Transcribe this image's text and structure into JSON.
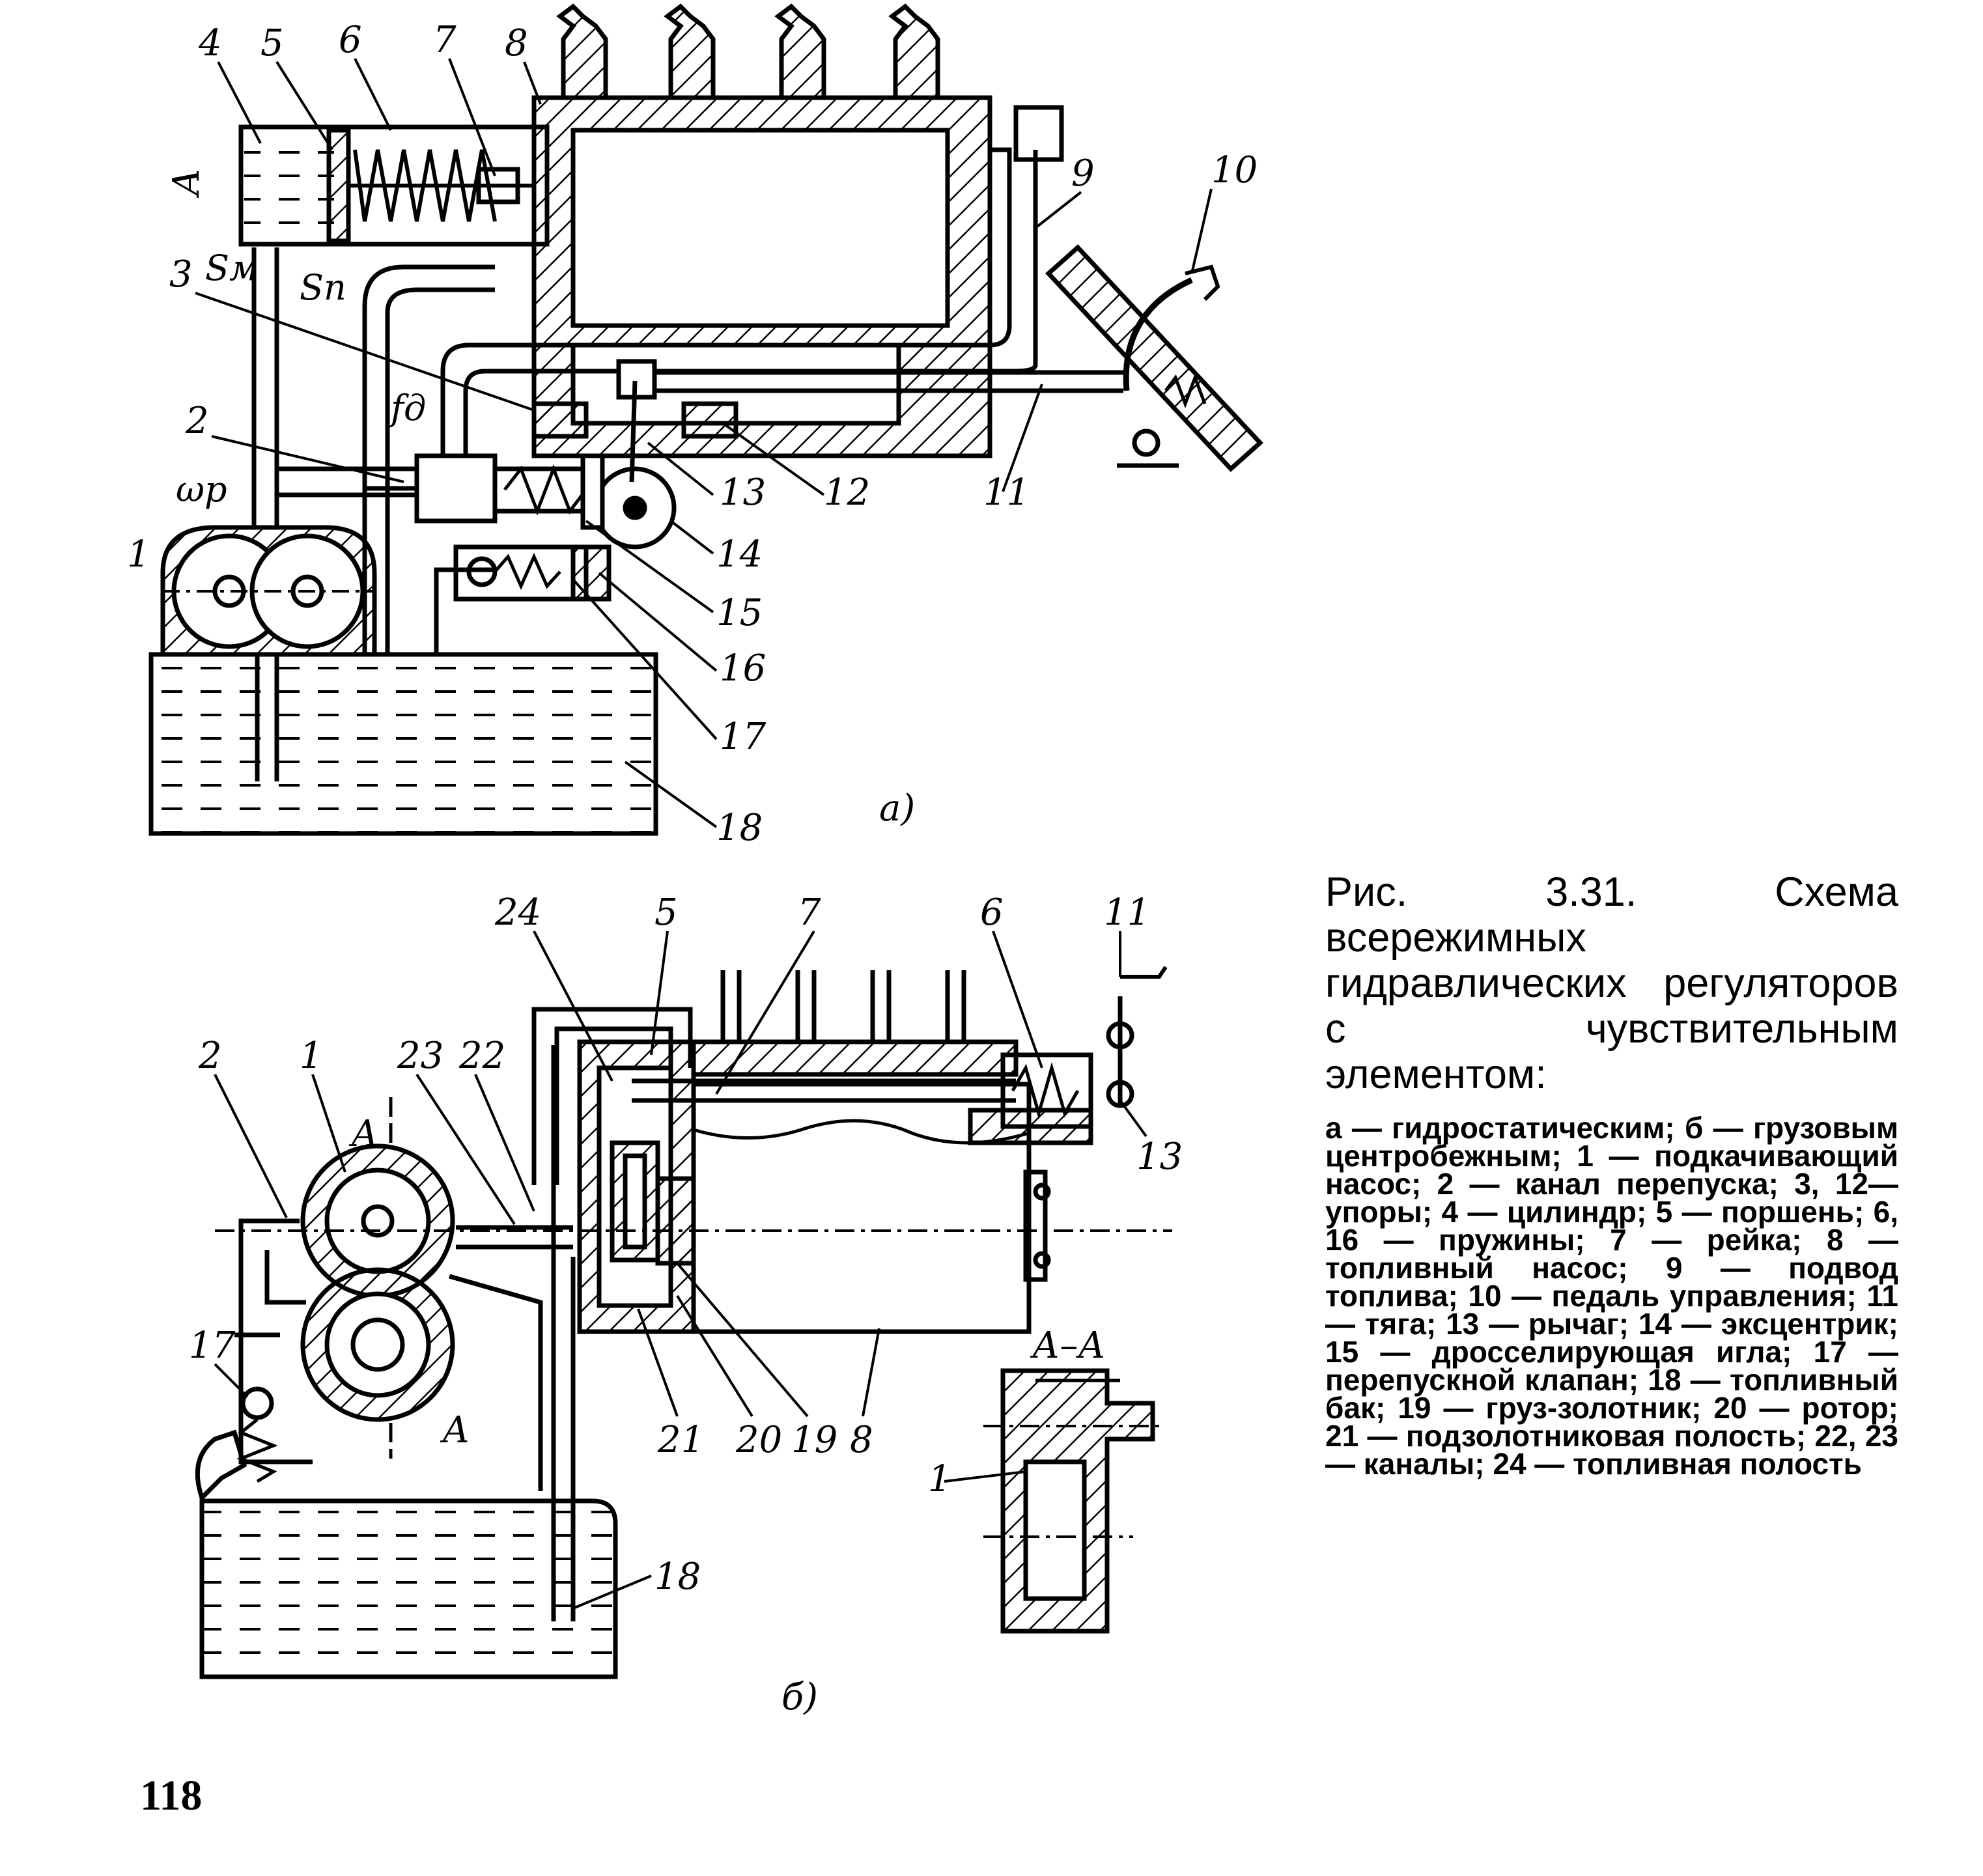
{
  "figure_a": {
    "sublabel": "а)",
    "dimension_label": "A",
    "symbols": {
      "s_m": "Sм",
      "s_p": "Sп",
      "f_d": "fд",
      "omega_p": "ωр"
    },
    "callouts": [
      "1",
      "2",
      "3",
      "4",
      "5",
      "6",
      "7",
      "8",
      "9",
      "10",
      "11",
      "12",
      "13",
      "14",
      "15",
      "16",
      "17",
      "18"
    ]
  },
  "figure_b": {
    "sublabel": "б)",
    "section_label": "А–А",
    "section_marks": [
      "A",
      "A"
    ],
    "callouts": [
      "1",
      "2",
      "5",
      "6",
      "7",
      "8",
      "11",
      "13",
      "17",
      "18",
      "19",
      "20",
      "21",
      "22",
      "23",
      "24"
    ],
    "section_callout": "1"
  },
  "caption": {
    "title": "Рис. 3.31. Схема всережимных гидравлических регуляторов с чувствительным элементом:",
    "body": "а — гидростатическим; б — грузовым центробежным; 1 — подкачивающий насос; 2 — канал перепуска; 3, 12—упоры; 4 — цилиндр; 5 — поршень; 6, 16 — пружины; 7 — рейка; 8 — топливный насос; 9 — подвод топлива; 10 — педаль управления; 11 — тяга; 13 — рычаг; 14 — эксцентрик; 15 — дросселирующая игла; 17 — перепускной клапан; 18 — топливный бак; 19 — груз-золотник; 20 — ротор; 21 — подзолотниковая полость; 22, 23 — каналы; 24 — топливная полость"
  },
  "page_number": "118"
}
